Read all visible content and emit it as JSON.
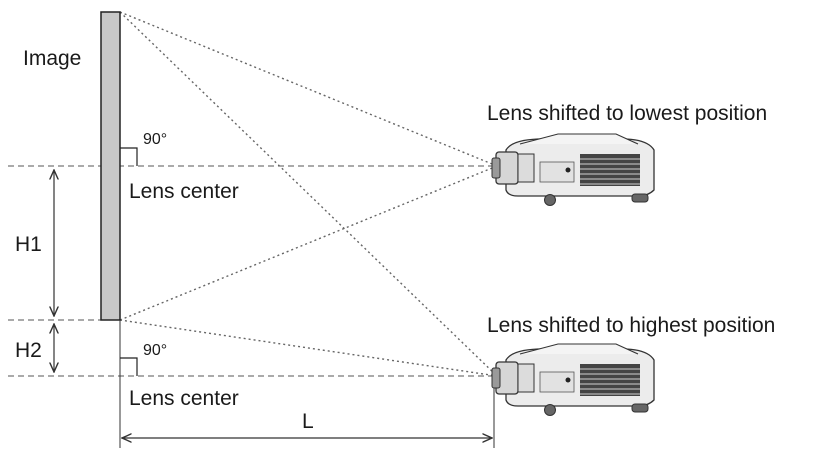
{
  "labels": {
    "image": "Image",
    "angle_top": "90°",
    "lens_center_top": "Lens center",
    "h1": "H1",
    "h2": "H2",
    "angle_bottom": "90°",
    "lens_center_bottom": "Lens center",
    "distance": "L",
    "projector_top": "Lens shifted to lowest position",
    "projector_bottom": "Lens shifted to highest position"
  },
  "icons": {
    "projector_top": "projector-icon",
    "projector_bottom": "projector-icon"
  },
  "colors": {
    "screen_fill": "#c8c8c8",
    "line": "#555555"
  }
}
